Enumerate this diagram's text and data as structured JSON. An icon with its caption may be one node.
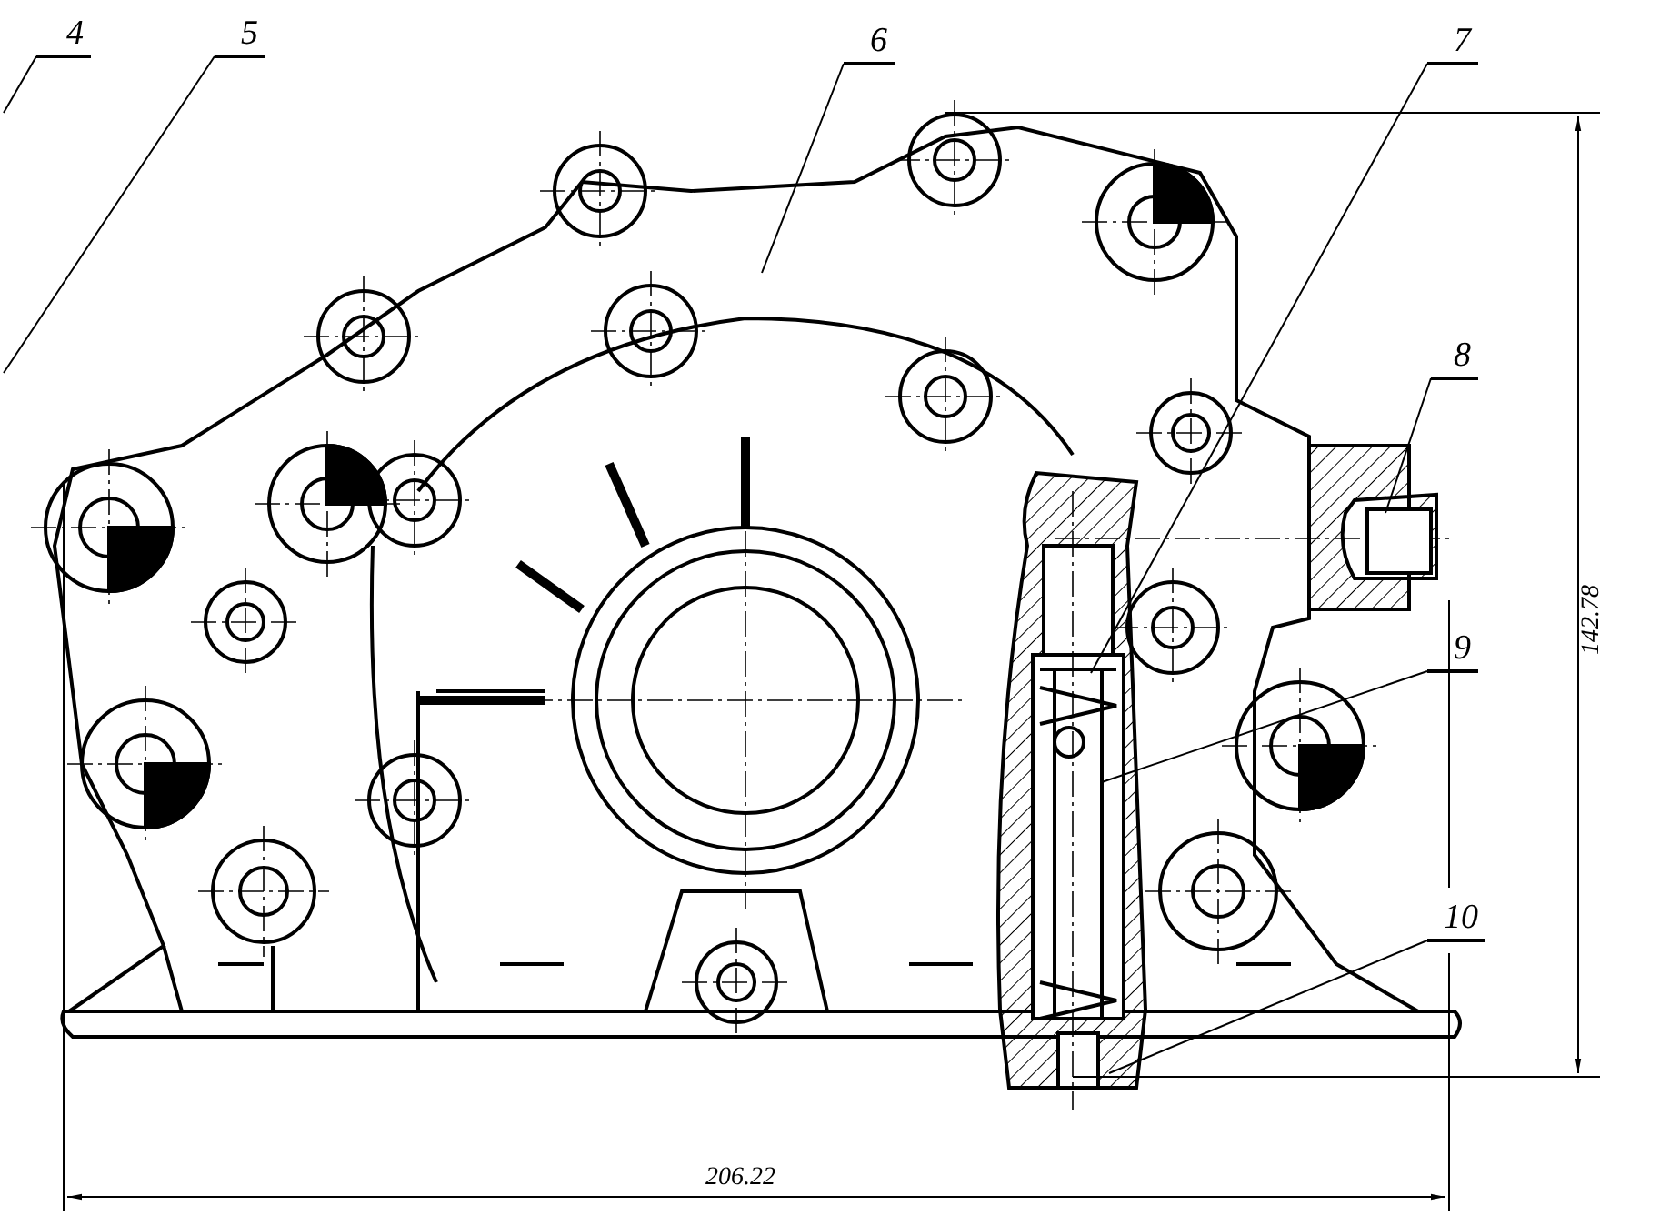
{
  "diagram": {
    "nodes": [
      {
        "text": [
          "4"
        ]
      },
      {
        "text": [
          "5"
        ]
      },
      {
        "text": [
          "6"
        ]
      },
      {
        "text": [
          "7"
        ]
      },
      {
        "text": [
          "8"
        ]
      },
      {
        "text": [
          "9"
        ]
      },
      {
        "text": [
          "10"
        ]
      }
    ],
    "edges": [
      {
        "from": 0,
        "to": null,
        "arrow": "none"
      },
      {
        "from": 1,
        "to": null,
        "arrow": "none"
      },
      {
        "from": 2,
        "to": null,
        "arrow": "none"
      },
      {
        "from": 3,
        "to": null,
        "arrow": "none"
      },
      {
        "from": 4,
        "to": null,
        "arrow": "none"
      },
      {
        "from": 5,
        "to": null,
        "arrow": "none"
      },
      {
        "from": 6,
        "to": null,
        "arrow": "none"
      }
    ],
    "labels": [
      "142.78",
      "206.22"
    ]
  }
}
